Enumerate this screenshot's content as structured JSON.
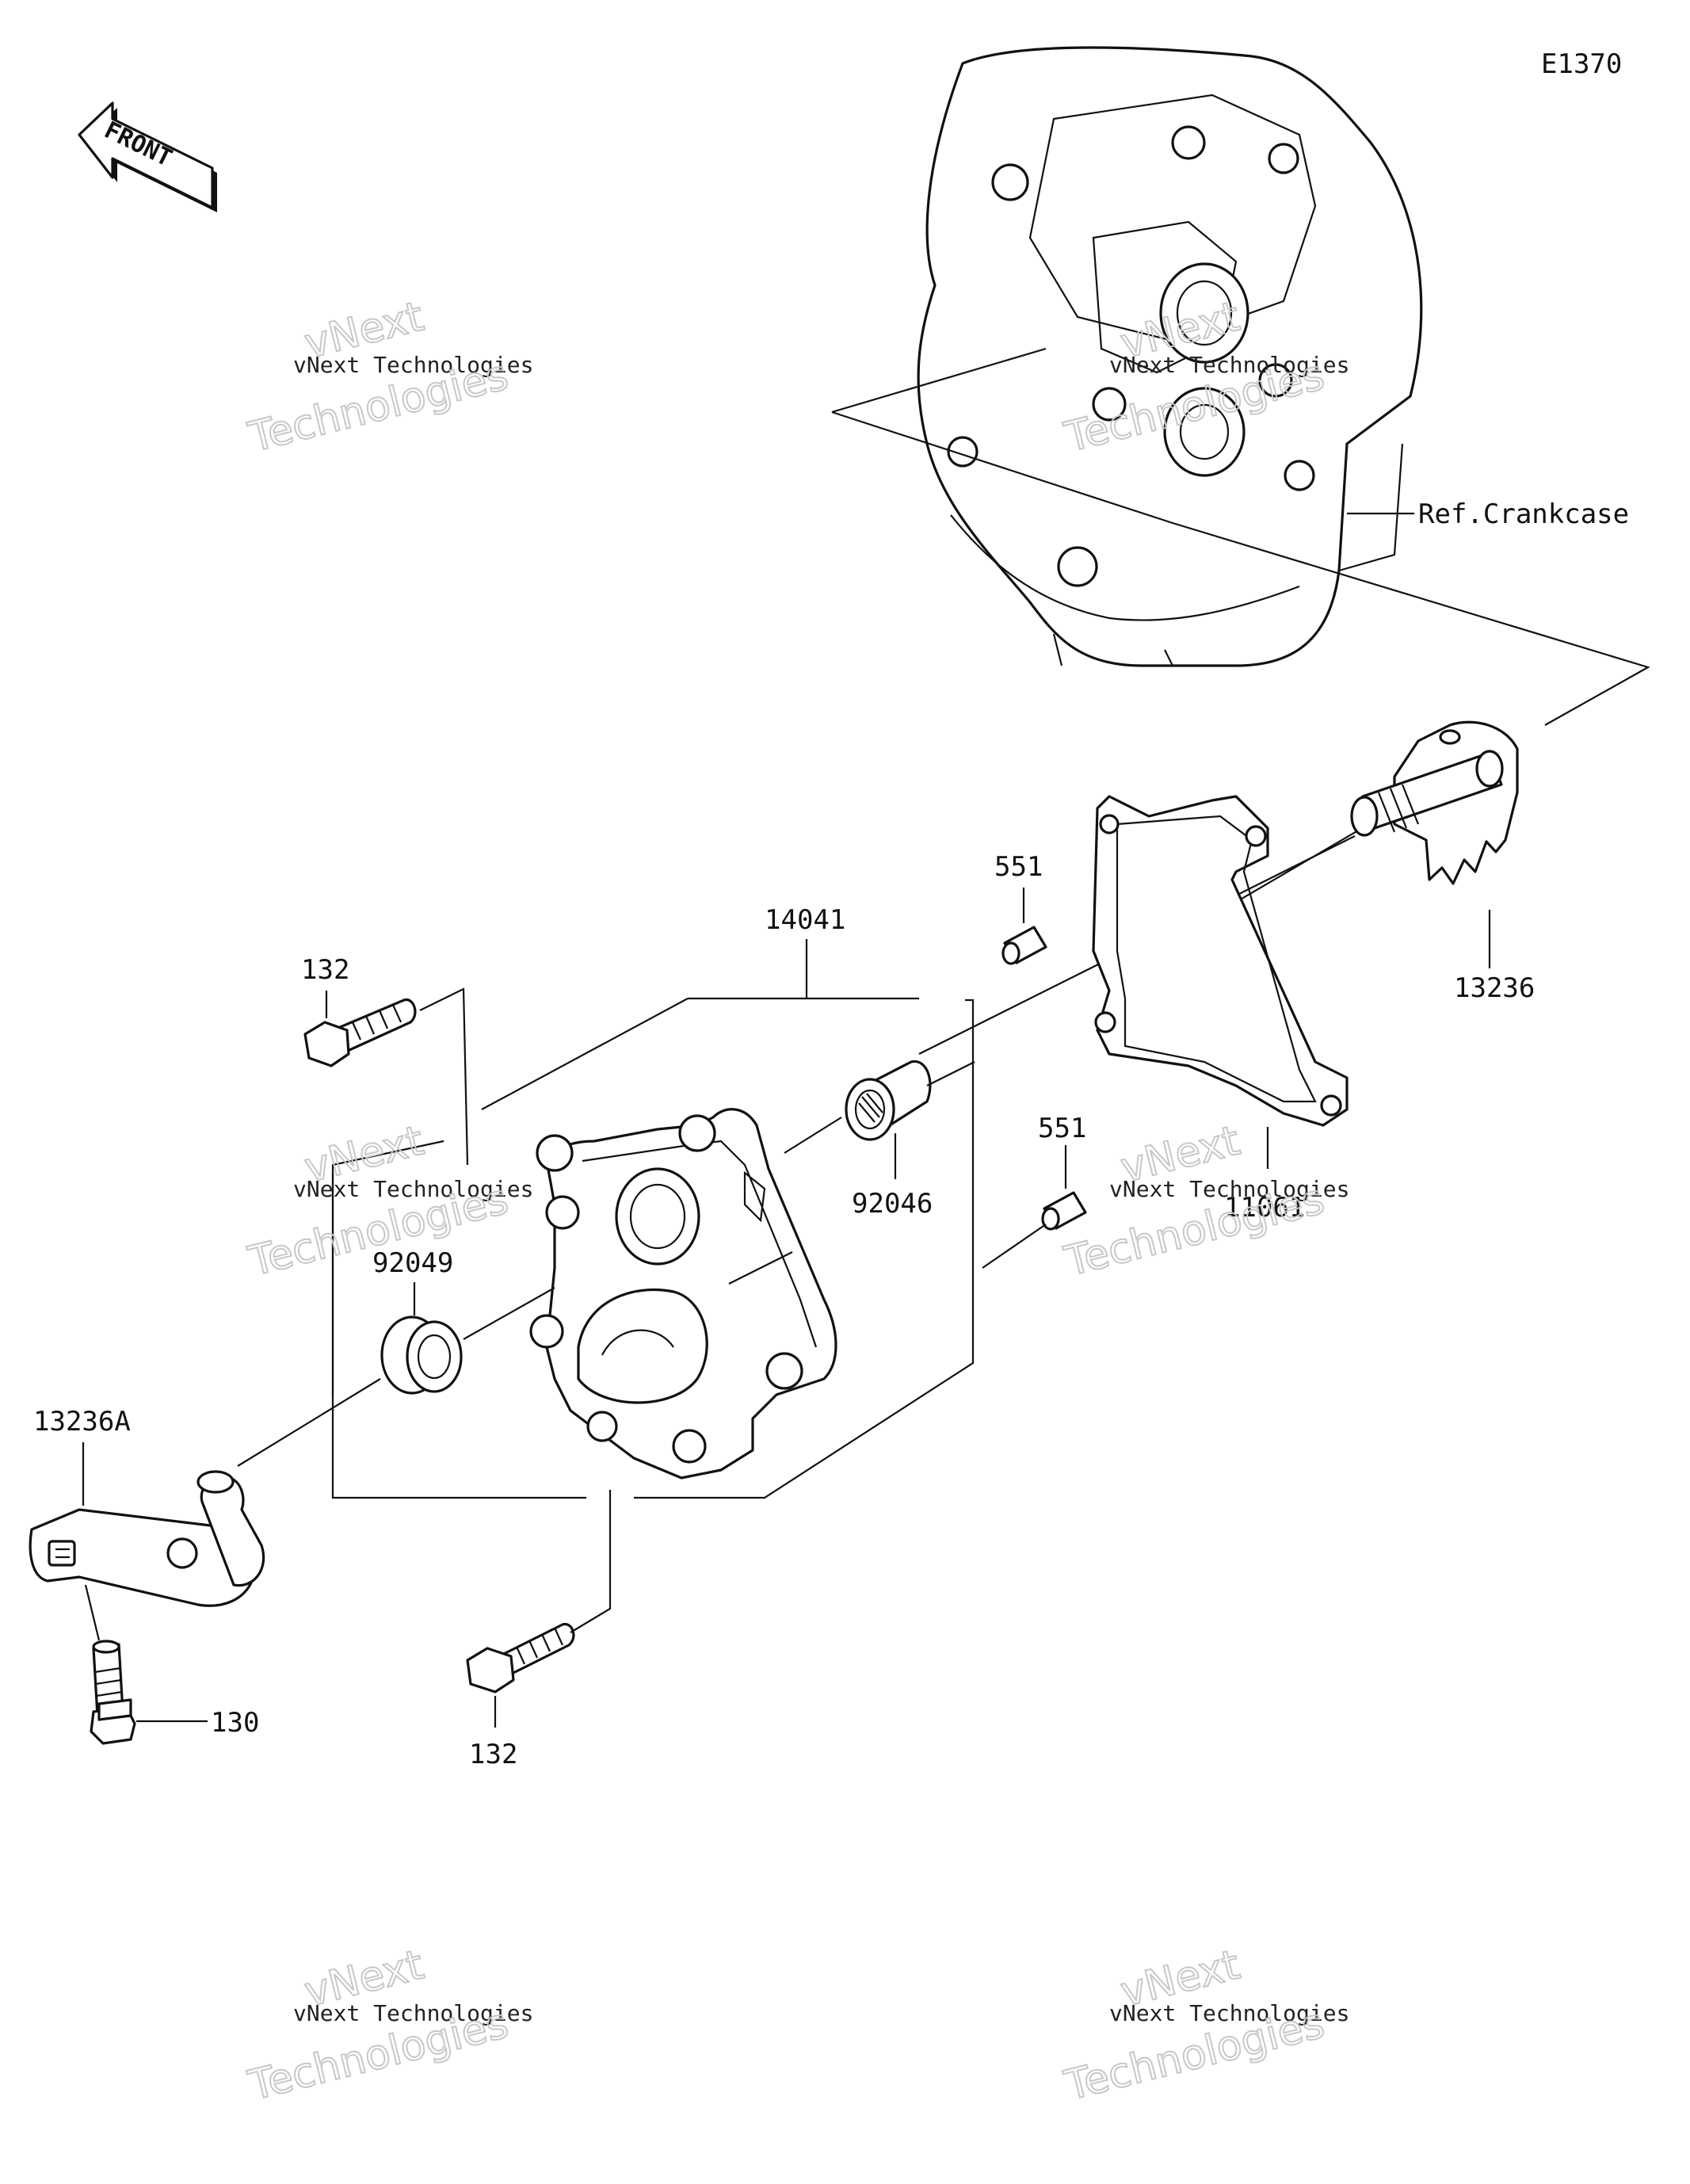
{
  "diagram_code": "E1370",
  "front_arrow_label": "FRONT",
  "reference_label": "Ref.Crankcase",
  "part_labels": {
    "bolt_upper": "132",
    "cover_assembly": "14041",
    "pin_upper": "551",
    "pin_lower": "551",
    "needle_bearing": "92046",
    "oil_seal": "92049",
    "gasket": "11061",
    "shift_shaft": "13236",
    "shift_lever": "13236A",
    "lever_bolt": "130",
    "bolt_lower": "132"
  },
  "watermark": {
    "small_text": "vNext Technologies",
    "large_line1": "vNext",
    "large_line2": "Technologies"
  }
}
